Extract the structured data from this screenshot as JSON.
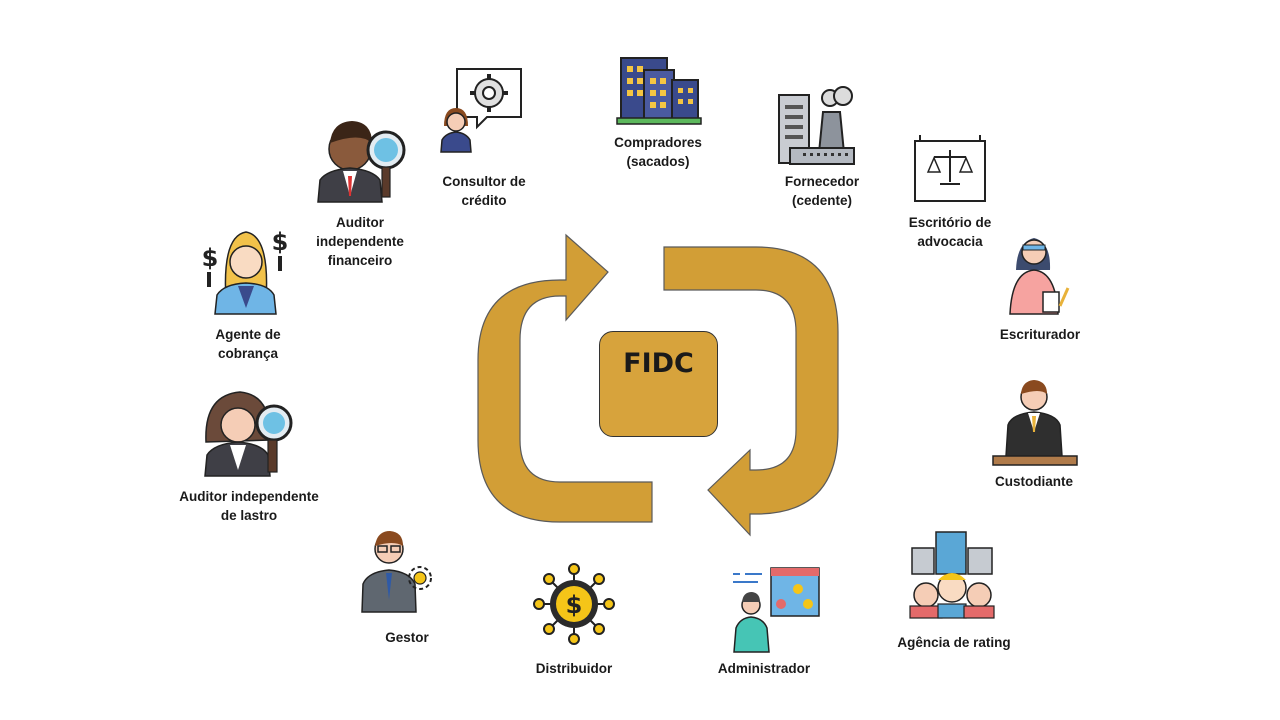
{
  "center": {
    "title": "FIDC",
    "icon": "dollar-cycle-icon"
  },
  "colors": {
    "arrow": "#d29e36",
    "arrow_stroke": "#555555",
    "center_fill": "#d7a33c"
  },
  "actors": [
    {
      "id": "compradores",
      "label": "Compradores\n(sacados)",
      "icon": "buildings-icon"
    },
    {
      "id": "fornecedor",
      "label": "Fornecedor\n(cedente)",
      "icon": "factory-icon"
    },
    {
      "id": "escritorio",
      "label": "Escritório de\nadvocacia",
      "icon": "law-scale-icon"
    },
    {
      "id": "escriturador",
      "label": "Escriturador",
      "icon": "clerk-icon"
    },
    {
      "id": "custodiante",
      "label": "Custodiante",
      "icon": "businessman-desk-icon"
    },
    {
      "id": "agencia",
      "label": "Agência de rating",
      "icon": "group-city-icon"
    },
    {
      "id": "administrador",
      "label": "Administrador",
      "icon": "admin-network-icon"
    },
    {
      "id": "distribuidor",
      "label": "Distribuidor",
      "icon": "dollar-network-icon"
    },
    {
      "id": "gestor",
      "label": "Gestor",
      "icon": "manager-idea-icon"
    },
    {
      "id": "auditor-lastro",
      "label": "Auditor independente\nde lastro",
      "icon": "woman-magnifier-icon"
    },
    {
      "id": "agente-cobranca",
      "label": "Agente de\ncobrança",
      "icon": "woman-dollar-icon"
    },
    {
      "id": "auditor-financeiro",
      "label": "Auditor\nindependente\nfinanceiro",
      "icon": "man-magnifier-icon"
    },
    {
      "id": "consultor",
      "label": "Consultor de\ncrédito",
      "icon": "consultant-gear-icon"
    }
  ]
}
